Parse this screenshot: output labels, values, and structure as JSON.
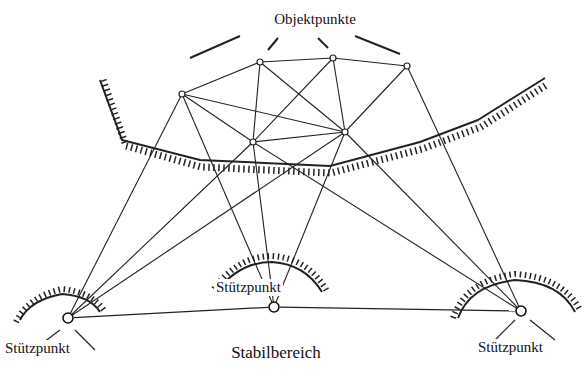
{
  "diagram": {
    "nodes": [
      {
        "text": [
          "Stützpunkt"
        ]
      },
      {
        "text": [
          "Stützpunkt"
        ]
      },
      {
        "text": [
          "Stützpunkt"
        ]
      }
    ],
    "edges": [
      {
        "from": 0,
        "to": 1,
        "arrow": "none"
      },
      {
        "from": 1,
        "to": 2,
        "arrow": "none"
      }
    ],
    "labels": [
      "Objektpunkte",
      "Stabilbereich"
    ]
  }
}
